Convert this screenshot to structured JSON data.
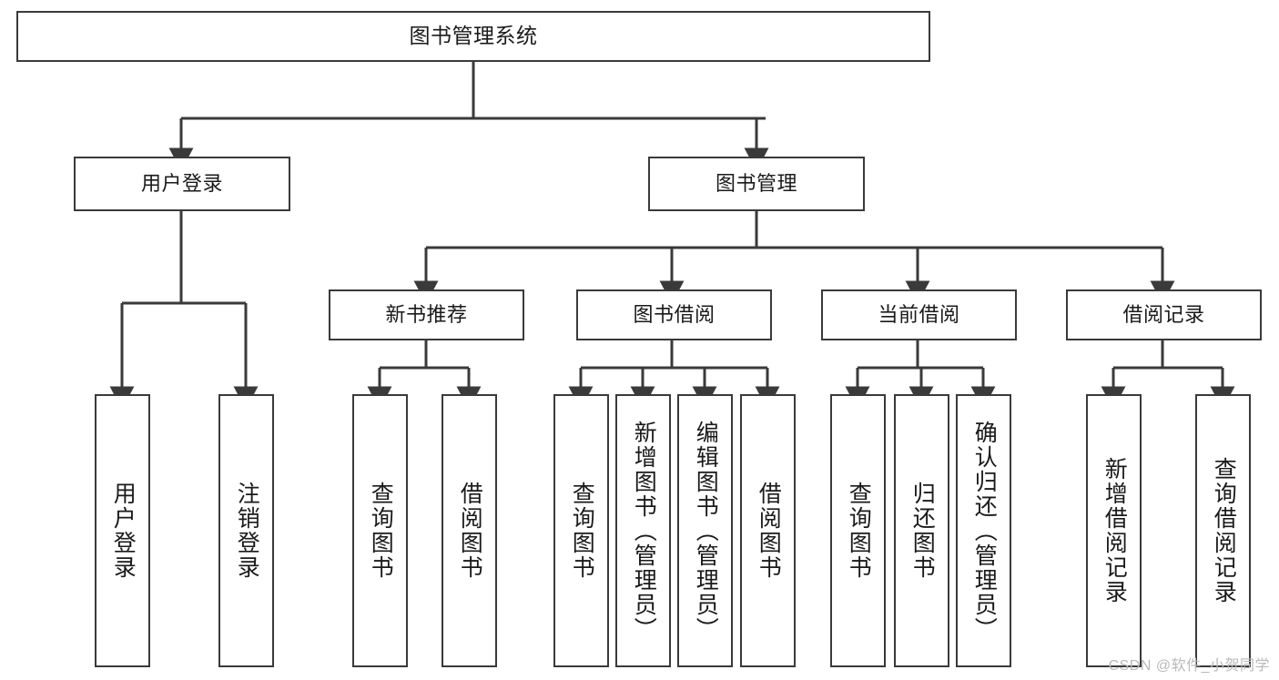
{
  "diagram": {
    "title": "图书管理系统",
    "type": "hierarchy-tree",
    "colors": {
      "stroke": "#3a3a3a",
      "fill": "#ffffff",
      "text": "#1a1a1a",
      "watermark": "#b9b9b9"
    },
    "root": {
      "label": "图书管理系统"
    },
    "tier1": [
      {
        "label": "用户登录"
      },
      {
        "label": "图书管理"
      }
    ],
    "tier2": [
      {
        "label": "新书推荐"
      },
      {
        "label": "图书借阅"
      },
      {
        "label": "当前借阅"
      },
      {
        "label": "借阅记录"
      }
    ],
    "leaves": {
      "user_login": [
        {
          "label": "用户登录"
        },
        {
          "label": "注销登录"
        }
      ],
      "new_book": [
        {
          "label": "查询图书"
        },
        {
          "label": "借阅图书"
        }
      ],
      "book_borrow": [
        {
          "label": "查询图书"
        },
        {
          "label": "新增图书（管理员）"
        },
        {
          "label": "编辑图书（管理员）"
        },
        {
          "label": "借阅图书"
        }
      ],
      "current_borrow": [
        {
          "label": "查询图书"
        },
        {
          "label": "归还图书"
        },
        {
          "label": "确认归还（管理员）"
        }
      ],
      "borrow_record": [
        {
          "label": "新增借阅记录"
        },
        {
          "label": "查询借阅记录"
        }
      ]
    }
  },
  "watermark": {
    "text": "CSDN @软件_小贺同学"
  }
}
